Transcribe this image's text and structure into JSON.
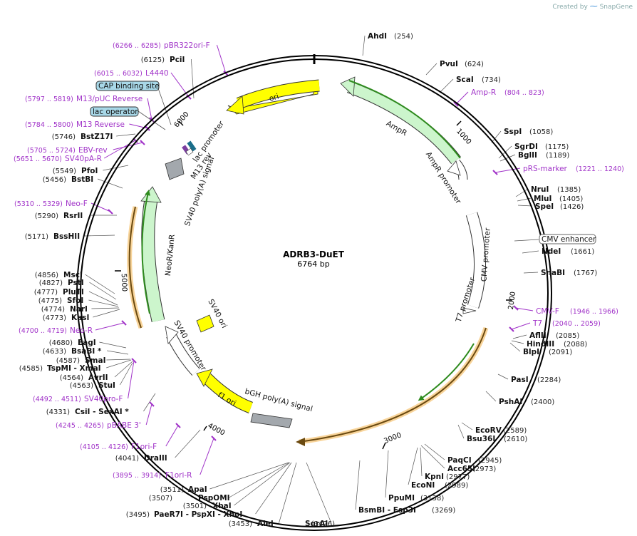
{
  "header": {
    "credit_prefix": "Created by",
    "brand": "SnapGene"
  },
  "plasmid": {
    "name": "ADRB3-DuET",
    "length": "6764 bp"
  },
  "ticks": [
    "1000",
    "2000",
    "3000",
    "4000",
    "5000",
    "6000"
  ],
  "enzymes": [
    {
      "name": "AhdI",
      "pos": "(254)"
    },
    {
      "name": "PvuI",
      "pos": "(624)"
    },
    {
      "name": "ScaI",
      "pos": "(734)"
    },
    {
      "name": "SspI",
      "pos": "(1058)"
    },
    {
      "name": "SgrDI",
      "pos": "(1175)"
    },
    {
      "name": "BglII",
      "pos": "(1189)"
    },
    {
      "name": "NruI",
      "pos": "(1385)"
    },
    {
      "name": "MluI",
      "pos": "(1405)"
    },
    {
      "name": "SpeI",
      "pos": "(1426)"
    },
    {
      "name": "NdeI",
      "pos": "(1661)"
    },
    {
      "name": "SnaBI",
      "pos": "(1767)"
    },
    {
      "name": "AflII",
      "pos": "(2085)"
    },
    {
      "name": "HindIII",
      "pos": "(2088)"
    },
    {
      "name": "BlpI",
      "pos": "(2091)"
    },
    {
      "name": "PasI",
      "pos": "(2284)"
    },
    {
      "name": "PshAI",
      "pos": "(2400)"
    },
    {
      "name": "EcoRV",
      "pos": "(2589)"
    },
    {
      "name": "Bsu36I",
      "pos": "(2610)"
    },
    {
      "name": "PaqCI",
      "pos": "(2945)"
    },
    {
      "name": "Acc65I",
      "pos": "(2973)"
    },
    {
      "name": "KpnI",
      "pos": "(2977)"
    },
    {
      "name": "EcoNI",
      "pos": "(2989)"
    },
    {
      "name": "PpuMI",
      "pos": "(3138)"
    },
    {
      "name": "BsmBI - Esp3I",
      "pos": "(3269)"
    },
    {
      "name": "SgrAI",
      "pos": "(3426)"
    },
    {
      "name": "AleI",
      "pos": "(3453)"
    },
    {
      "name": "PaeR7I - PspXI - XhoI",
      "pos": "(3495)"
    },
    {
      "name": "XbaI",
      "pos": "(3501)"
    },
    {
      "name": "PspOMI",
      "pos": "(3507)"
    },
    {
      "name": "ApaI",
      "pos": "(3511)"
    },
    {
      "name": "DraIII",
      "pos": "(4041)"
    },
    {
      "name": "CsiI - SexAI *",
      "pos": "(4331)"
    },
    {
      "name": "StuI",
      "pos": "(4563)"
    },
    {
      "name": "AvrII",
      "pos": "(4564)"
    },
    {
      "name": "TspMI - XmaI",
      "pos": "(4585)"
    },
    {
      "name": "SmaI",
      "pos": "(4587)"
    },
    {
      "name": "BsaBI *",
      "pos": "(4633)"
    },
    {
      "name": "EagI",
      "pos": "(4680)"
    },
    {
      "name": "KasI",
      "pos": "(4773)"
    },
    {
      "name": "NarI",
      "pos": "(4774)"
    },
    {
      "name": "SfoI",
      "pos": "(4775)"
    },
    {
      "name": "PluTI",
      "pos": "(4777)"
    },
    {
      "name": "PstI",
      "pos": "(4827)"
    },
    {
      "name": "MscI",
      "pos": "(4856)"
    },
    {
      "name": "BssHII",
      "pos": "(5171)"
    },
    {
      "name": "RsrII",
      "pos": "(5290)"
    },
    {
      "name": "BstBI",
      "pos": "(5456)"
    },
    {
      "name": "PfoI",
      "pos": "(5549)"
    },
    {
      "name": "BstZ17I",
      "pos": "(5746)"
    },
    {
      "name": "PciI",
      "pos": "(6125)"
    }
  ],
  "primers": [
    {
      "name": "Amp-R",
      "pos": "(804 .. 823)"
    },
    {
      "name": "pRS-marker",
      "pos": "(1221 .. 1240)"
    },
    {
      "name": "CMV-F",
      "pos": "(1946 .. 1966)"
    },
    {
      "name": "T7",
      "pos": "(2040 .. 2059)"
    },
    {
      "name": "F1ori-F",
      "pos": "(4105 .. 4126)"
    },
    {
      "name": "F1ori-R",
      "pos": "(3895 .. 3914)"
    },
    {
      "name": "pBABE 3'",
      "pos": "(4245 .. 4265)"
    },
    {
      "name": "SV40pro-F",
      "pos": "(4492 .. 4511)"
    },
    {
      "name": "Neo-R",
      "pos": "(4700 .. 4719)"
    },
    {
      "name": "Neo-F",
      "pos": "(5310 .. 5329)"
    },
    {
      "name": "SV40pA-R",
      "pos": "(5651 .. 5670)"
    },
    {
      "name": "EBV-rev",
      "pos": "(5705 .. 5724)"
    },
    {
      "name": "M13 Reverse",
      "pos": "(5784 .. 5800)"
    },
    {
      "name": "M13/pUC Reverse",
      "pos": "(5797 .. 5819)"
    },
    {
      "name": "L4440",
      "pos": "(6015 .. 6032)"
    },
    {
      "name": "pBR322ori-F",
      "pos": "(6266 .. 6285)"
    }
  ],
  "boxed_features": [
    "CMV enhancer",
    "CAP binding site",
    "lac operator"
  ],
  "features": [
    "ori",
    "AmpR",
    "AmpR promoter",
    "CMV promoter",
    "T7 promoter",
    "bGH poly(A) signal",
    "f1 ori",
    "SV40 promoter",
    "SV40 ori",
    "NeoR/KanR",
    "SV40 poly(A) signal",
    "lac promoter",
    "M13 rev"
  ],
  "colors": {
    "ori": "#ffff00",
    "resistance": "#ccf5cc",
    "promoter": "#ffffff",
    "polyA": "#a3a8ad",
    "orf": "#2e8b1e",
    "orf_halo": "#f0a020",
    "primer": "#a032c8",
    "boxed_fill": "#a8d8e8"
  }
}
